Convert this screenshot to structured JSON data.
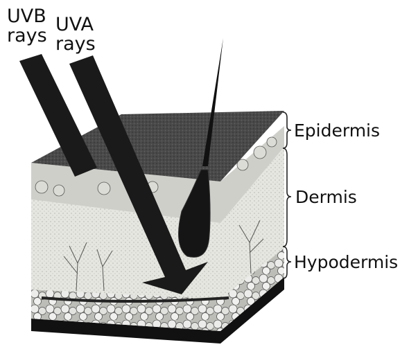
{
  "rays": {
    "uvb": {
      "line1": "UVB",
      "line2": "rays"
    },
    "uva": {
      "line1": "UVA",
      "line2": "rays"
    }
  },
  "layers": {
    "epidermis": "Epidermis",
    "dermis": "Dermis",
    "hypodermis": "Hypodermis"
  },
  "colors": {
    "ray": "#1a1a1a",
    "epidermis_top": "#3a3a3a",
    "dermis": "#e8e8e2",
    "fat_cells": "#d4d4d0",
    "base": "#111111"
  }
}
